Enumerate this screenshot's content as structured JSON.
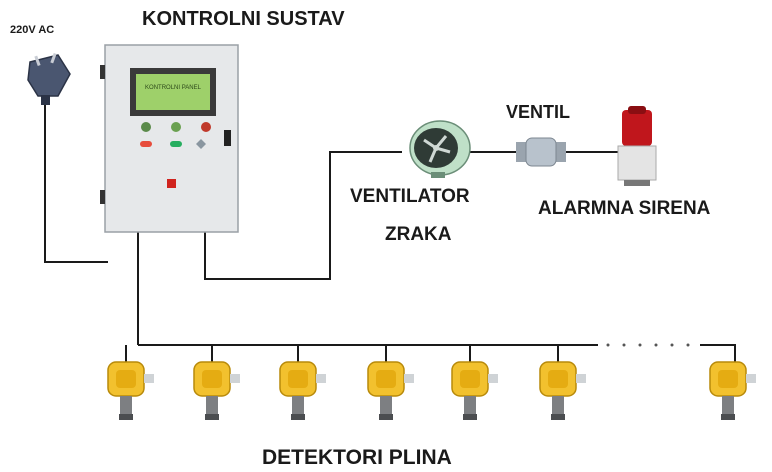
{
  "labels": {
    "power": "220V AC",
    "control_system": "KONTROLNI SUSTAV",
    "valve": "VENTIL",
    "fan_line1": "VENTILATOR",
    "fan_line2": "ZRAKA",
    "siren": "ALARMNA SIRENA",
    "detectors": "DETEKTORI PLINA"
  },
  "panel_screen_text": "KONTROLNI PANEL",
  "colors": {
    "wire": "#1a1a1a",
    "cabinet": "#e6e8ea",
    "screen": "#9ed06a",
    "detector": "#f2c12e",
    "siren_red": "#c0161c",
    "fan_green": "#bfe0c8",
    "valve": "#b8c2cc"
  },
  "icons": [
    "power-plug-icon",
    "control-cabinet-icon",
    "fan-icon",
    "valve-icon",
    "siren-icon",
    "gas-detector-icon"
  ],
  "detector_count_shown": 7
}
